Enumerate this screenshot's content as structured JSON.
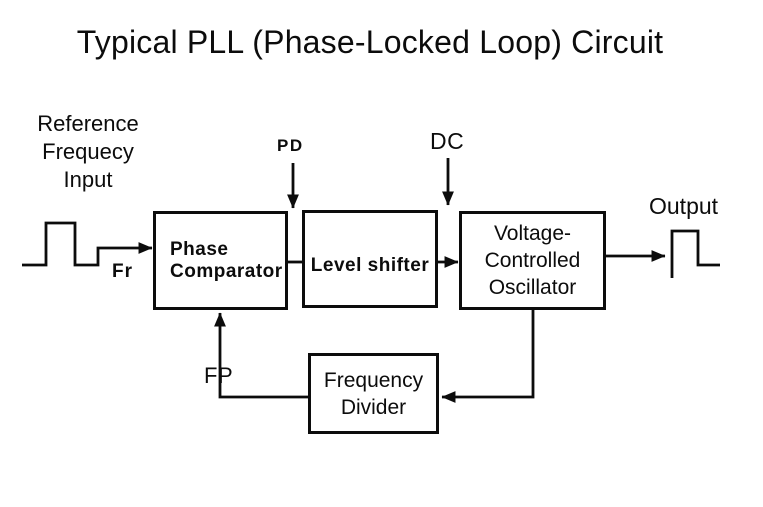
{
  "title": "Typical PLL (Phase-Locked Loop) Circuit",
  "labels": {
    "reference_input": "Reference\nFrequecy\nInput",
    "fr": "Fr",
    "pd": "PD",
    "dc": "DC",
    "fp": "FP",
    "output": "Output"
  },
  "blocks": {
    "phase_comparator": "Phase\nComparator",
    "level_shifter": "Level shifter",
    "vco": "Voltage-\nControlled\nOscillator",
    "frequency_divider": "Frequency\nDivider"
  },
  "colors": {
    "ink": "#0c0c0c",
    "background": "#ffffff"
  }
}
